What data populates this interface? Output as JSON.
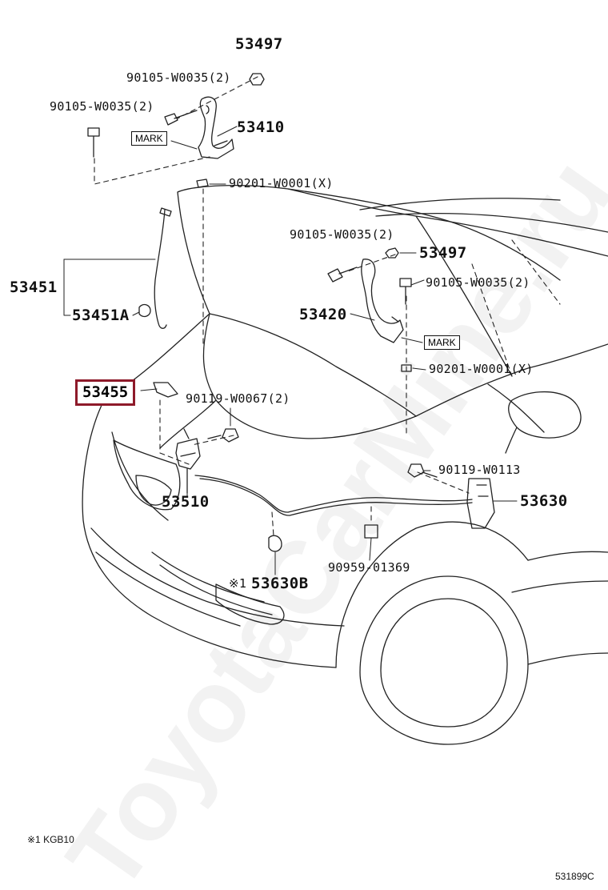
{
  "watermark": "ToyotaCarMine.ru",
  "labels": {
    "p53497_top": "53497",
    "p90105_a": "90105-W0035(2)",
    "p90105_b": "90105-W0035(2)",
    "p53410": "53410",
    "mark_1": "MARK",
    "p90201_a": "90201-W0001(X)",
    "p90105_c": "90105-W0035(2)",
    "p53497_mid": "53497",
    "p90105_d": "90105-W0035(2)",
    "p53451": "53451",
    "p53451A": "53451A",
    "p53420": "53420",
    "mark_2": "MARK",
    "p90201_b": "90201-W0001(X)",
    "p53455": "53455",
    "p90119_w0067": "90119-W0067(2)",
    "p90119_w0113": "90119-W0113",
    "p53510": "53510",
    "p53630": "53630",
    "p90959": "90959-01369",
    "p53630B": "53630B",
    "p53630B_note": "※1"
  },
  "footnote": "※1 KGB10",
  "diagram_code": "531899C",
  "highlight_color": "#8e1a2a"
}
